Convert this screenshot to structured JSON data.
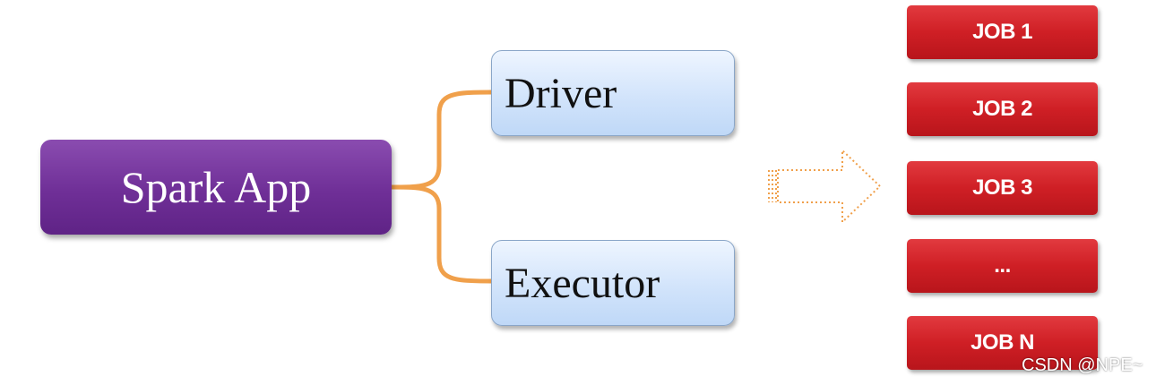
{
  "diagram": {
    "app": {
      "label": "Spark App"
    },
    "components": {
      "driver": {
        "label": "Driver"
      },
      "executor": {
        "label": "Executor"
      }
    },
    "jobs": [
      {
        "label": "JOB 1"
      },
      {
        "label": "JOB 2"
      },
      {
        "label": "JOB 3"
      },
      {
        "label": "..."
      },
      {
        "label": "JOB N"
      }
    ]
  },
  "watermark": "CSDN @NPE~",
  "colors": {
    "app": "#6f2f97",
    "component": "#d2e4fb",
    "job": "#cf1f25",
    "connector": "#f0a04b"
  }
}
